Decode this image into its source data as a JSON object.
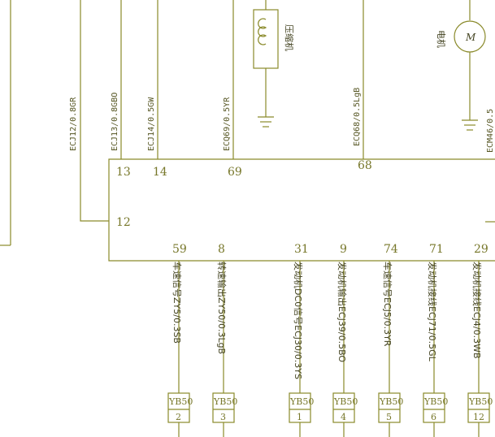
{
  "top_wires": [
    {
      "label": "ECJ12/0.8GR"
    },
    {
      "label": "ECJ13/0.8GBO"
    },
    {
      "label": "ECJ14/0.5GW"
    },
    {
      "label": "ECQ69/0.5YR"
    },
    {
      "label": "ECQ68/0.5LgB"
    }
  ],
  "components": {
    "solenoid_label": "压缩机",
    "motor_label": "电机",
    "motor_symbol": "M",
    "right_edge_label": "ECM46/0.5"
  },
  "ecu_pins": {
    "left": [
      "12"
    ],
    "top": [
      "13",
      "14",
      "69",
      "68"
    ],
    "bottom": [
      "59",
      "8",
      "31",
      "9",
      "74",
      "71",
      "29"
    ]
  },
  "bottom_wires": [
    {
      "label": "车速信号ZY5/0.3SB"
    },
    {
      "label": "转速输出ZY50/0.3LgB"
    },
    {
      "label": "发动机DC0信号ECJ30/0.3YS"
    },
    {
      "label": "发动机输出ECJ39/0.5BO"
    },
    {
      "label": "车速信号ECJ5/0.3YR"
    },
    {
      "label": "发动机接线ECJ71/0.5GL"
    },
    {
      "label": "发动机接线ECJ4/0.3WB"
    }
  ],
  "connectors": [
    {
      "name": "YB50",
      "pin": "2"
    },
    {
      "name": "YB50",
      "pin": "3"
    },
    {
      "name": "YB50",
      "pin": "1"
    },
    {
      "name": "YB50",
      "pin": "4"
    },
    {
      "name": "YB50",
      "pin": "5"
    },
    {
      "name": "YB50",
      "pin": "6"
    },
    {
      "name": "YB50",
      "pin": "12"
    }
  ]
}
